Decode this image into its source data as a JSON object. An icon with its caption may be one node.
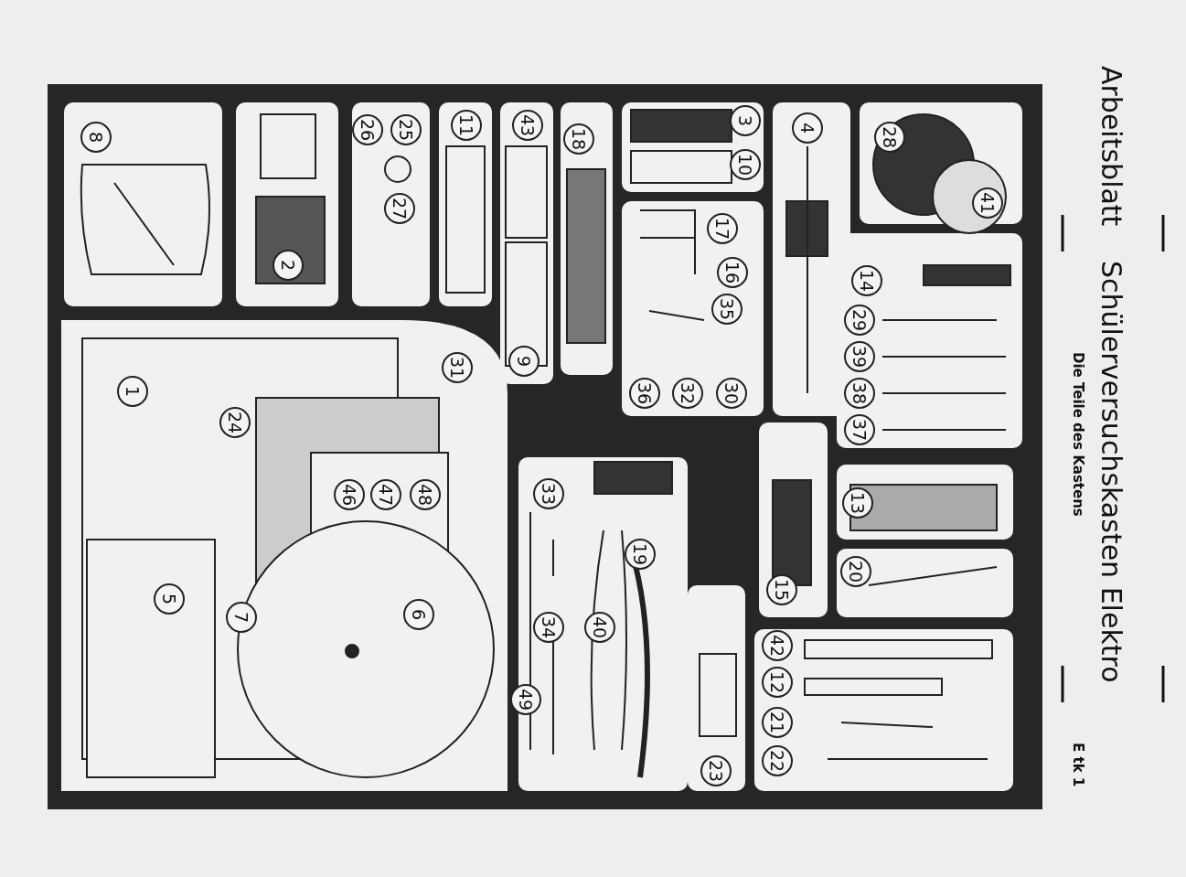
{
  "diagram": {
    "title": "Schülerversuchskasten Elektro",
    "labels": [
      "Arbeitsblatt",
      "Die Teile des Kastens",
      "E tk 1",
      "8",
      "2",
      "26",
      "25",
      "27",
      "11",
      "43",
      "18",
      "3",
      "10",
      "4",
      "28",
      "41",
      "17",
      "16",
      "35",
      "36",
      "32",
      "30",
      "9",
      "31",
      "14",
      "29",
      "39",
      "38",
      "37",
      "1",
      "24",
      "46",
      "47",
      "48",
      "13",
      "15",
      "20",
      "33",
      "19",
      "34",
      "40",
      "49",
      "5",
      "7",
      "6",
      "23",
      "42",
      "12",
      "21",
      "22"
    ]
  }
}
